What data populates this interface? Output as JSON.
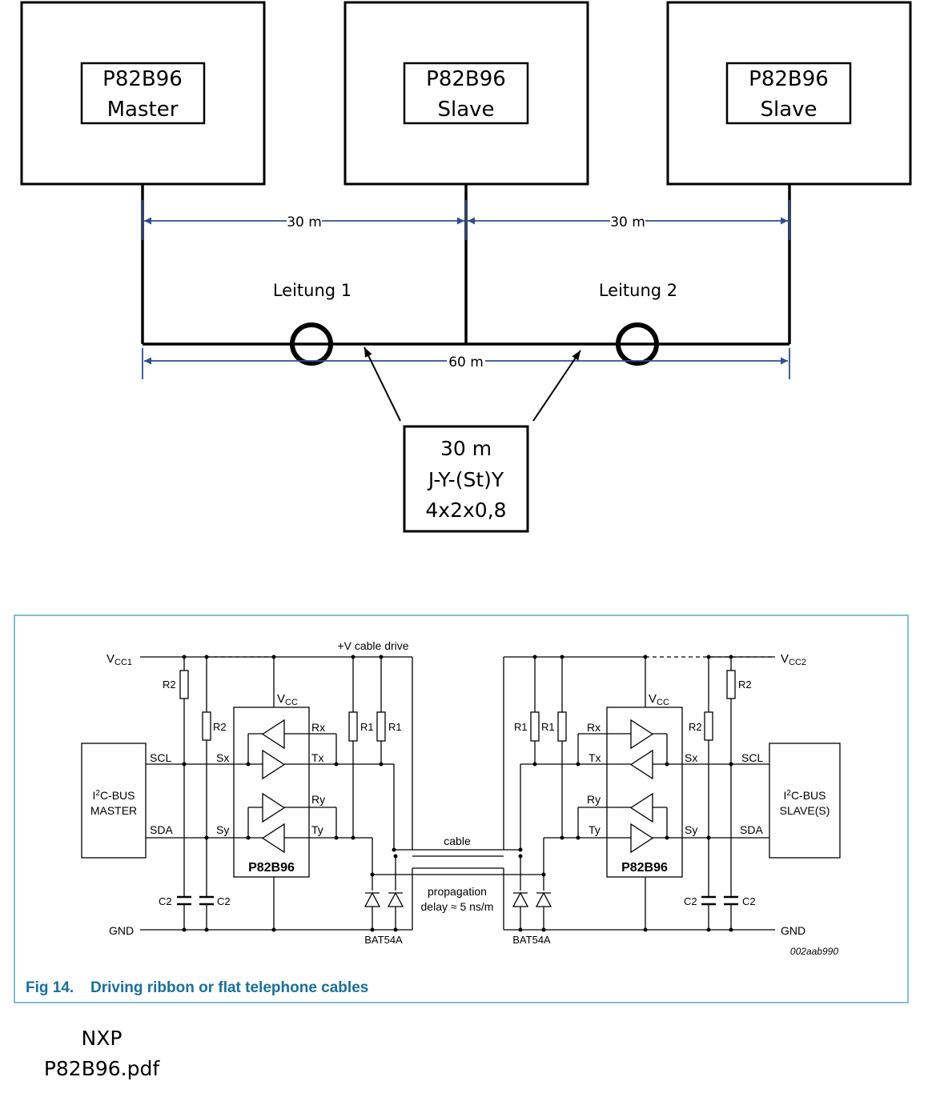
{
  "top": {
    "nodes": [
      {
        "line1": "P82B96",
        "line2": "Master"
      },
      {
        "line1": "P82B96",
        "line2": "Slave"
      },
      {
        "line1": "P82B96",
        "line2": "Slave"
      }
    ],
    "dim_left": "30 m",
    "dim_right": "30 m",
    "dim_total": "60 m",
    "leitung1": "Leitung 1",
    "leitung2": "Leitung 2",
    "cable_box": [
      "30 m",
      "J-Y-(St)Y",
      "4x2x0,8"
    ]
  },
  "schematic": {
    "vcc1": "V",
    "vcc1_sub": "CC1",
    "vcc2": "V",
    "vcc2_sub": "CC2",
    "vcable": "+V cable drive",
    "gnd": "GND",
    "r1": "R1",
    "r2": "R2",
    "c2": "C2",
    "vcc_pin": "V",
    "vcc_pin_sub": "CC",
    "chip": "P82B96",
    "pins": {
      "rx": "Rx",
      "tx": "Tx",
      "ry": "Ry",
      "ty": "Ty",
      "sx": "Sx",
      "sy": "Sy"
    },
    "scl": "SCL",
    "sda": "SDA",
    "master": [
      "I",
      "2",
      "C-BUS",
      "MASTER"
    ],
    "slave": [
      "I",
      "2",
      "C-BUS",
      "SLAVE(S)"
    ],
    "cable": "cable",
    "propagation": [
      "propagation",
      "delay ≈ 5 ns/m"
    ],
    "diode": "BAT54A",
    "code": "002aab990",
    "fig_number": "Fig 14.",
    "fig_title": "Driving ribbon or flat telephone cables"
  },
  "source": [
    "NXP",
    "P82B96.pdf"
  ],
  "colors": {
    "dimension": "#2f4f8f",
    "caption": "#1a6f9a",
    "frame": "#5fa8c0"
  }
}
